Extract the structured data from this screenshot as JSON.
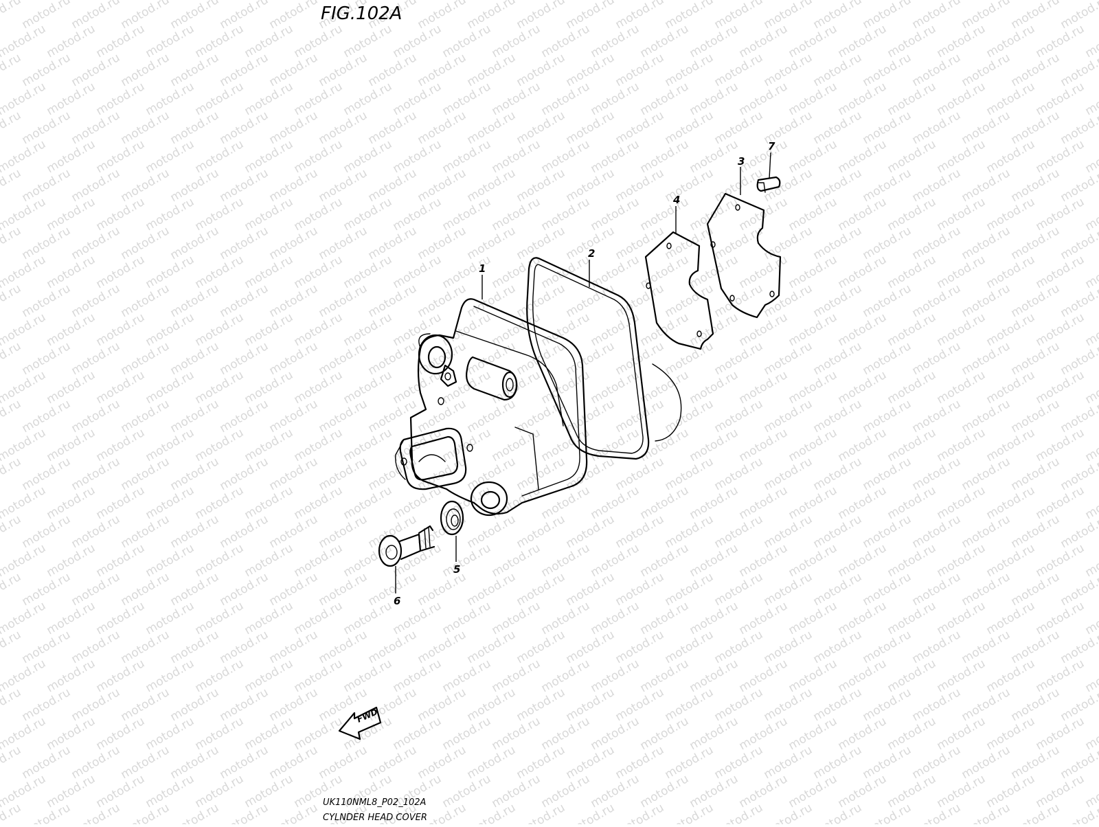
{
  "figure": {
    "title": "FIG.102A",
    "code": "UK110NML8_P02_102A",
    "caption": "CYLNDER HEAD COVER",
    "fwd_label": "FWD"
  },
  "watermark": {
    "text": "motod.ru"
  },
  "callouts": [
    "1",
    "2",
    "3",
    "4",
    "5",
    "6",
    "7"
  ],
  "parts": [
    {
      "callout": "1",
      "icon": "cylinder-head-cover"
    },
    {
      "callout": "2",
      "icon": "cover-gasket"
    },
    {
      "callout": "3",
      "icon": "plate"
    },
    {
      "callout": "4",
      "icon": "gasket"
    },
    {
      "callout": "5",
      "icon": "washer"
    },
    {
      "callout": "6",
      "icon": "bolt"
    },
    {
      "callout": "7",
      "icon": "screw"
    }
  ]
}
